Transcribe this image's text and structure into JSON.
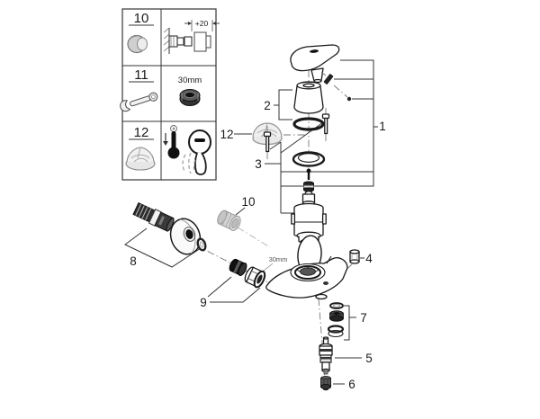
{
  "legend": {
    "items": [
      {
        "number": "10",
        "left_icon": "cap-nut-icon",
        "right_icon": "wall-mounting-depth-icon",
        "dimension": "+20"
      },
      {
        "number": "11",
        "left_icon": "wrench-icon",
        "right_icon": "aerator-nut-icon",
        "dimension": "30mm"
      },
      {
        "number": "12",
        "left_icon": "dome-cap-icon",
        "right_icon": "temperature-lever-adjust-icon",
        "dimension": ""
      }
    ]
  },
  "callouts": {
    "lever_assembly": "1",
    "cap_group": "2",
    "cartridge_group": "3",
    "plug": "4",
    "diverter": "5",
    "screw_nut": "6",
    "seal_set": "7",
    "s_union_set": "8",
    "nut_filter_set": "9",
    "dust_cap": "10",
    "temp_limiter": "12"
  },
  "annotations": {
    "nut_size": "30mm"
  }
}
